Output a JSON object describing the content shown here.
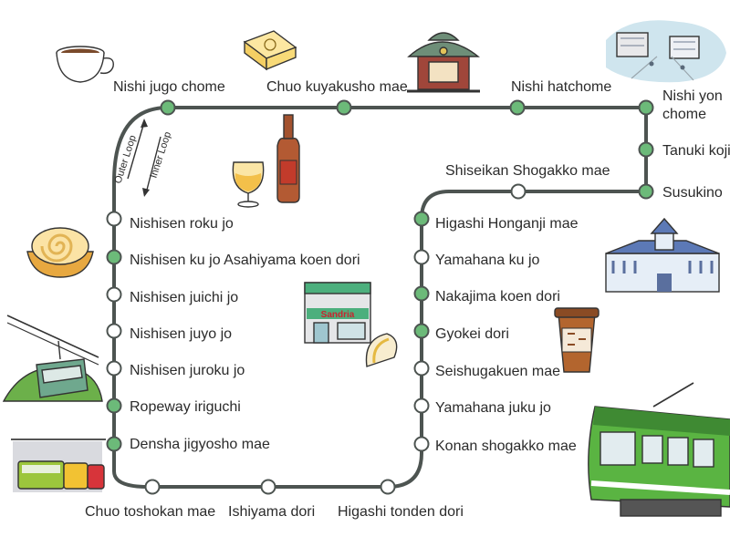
{
  "colors": {
    "line": "#4d5451",
    "stop_green": "#6cba79",
    "stop_white": "#ffffff",
    "text": "#2b2b2b"
  },
  "direction_labels": {
    "outer": "Outer Loop",
    "inner": "Inner Loop"
  },
  "stations": [
    {
      "id": "nishi-jugo-chome",
      "name": "Nishi jugo chome",
      "fill": "green"
    },
    {
      "id": "chuo-kuyakusho-mae",
      "name": "Chuo kuyakusho mae",
      "fill": "green"
    },
    {
      "id": "nishi-hatchome",
      "name": "Nishi hatchome",
      "fill": "green"
    },
    {
      "id": "nishi-yon-chome",
      "name": "Nishi yon chome",
      "fill": "green"
    },
    {
      "id": "tanuki-koji",
      "name": "Tanuki koji",
      "fill": "green"
    },
    {
      "id": "susukino",
      "name": "Susukino",
      "fill": "green"
    },
    {
      "id": "shiseikan-shogakko-mae",
      "name": "Shiseikan Shogakko mae",
      "fill": "white"
    },
    {
      "id": "higashi-honganji-mae",
      "name": "Higashi Honganji mae",
      "fill": "green"
    },
    {
      "id": "yamahana-ku-jo",
      "name": "Yamahana ku jo",
      "fill": "white"
    },
    {
      "id": "nakajima-koen-dori",
      "name": "Nakajima koen dori",
      "fill": "green"
    },
    {
      "id": "gyokei-dori",
      "name": "Gyokei dori",
      "fill": "green"
    },
    {
      "id": "seishugakuen-mae",
      "name": "Seishugakuen mae",
      "fill": "white"
    },
    {
      "id": "yamahana-juku-jo",
      "name": "Yamahana juku jo",
      "fill": "white"
    },
    {
      "id": "konan-shogakko-mae",
      "name": "Konan shogakko mae",
      "fill": "white"
    },
    {
      "id": "higashi-tonden-dori",
      "name": "Higashi tonden dori",
      "fill": "white"
    },
    {
      "id": "ishiyama-dori",
      "name": "Ishiyama dori",
      "fill": "white"
    },
    {
      "id": "chuo-toshokan-mae",
      "name": "Chuo toshokan mae",
      "fill": "white"
    },
    {
      "id": "densha-jigyosho-mae",
      "name": "Densha jigyosho mae",
      "fill": "green"
    },
    {
      "id": "ropeway-iriguchi",
      "name": "Ropeway iriguchi",
      "fill": "green"
    },
    {
      "id": "nishisen-juroku-jo",
      "name": "Nishisen juroku jo",
      "fill": "white"
    },
    {
      "id": "nishisen-juyo-jo",
      "name": "Nishisen juyo jo",
      "fill": "white"
    },
    {
      "id": "nishisen-juichi-jo",
      "name": "Nishisen juichi jo",
      "fill": "white"
    },
    {
      "id": "nishisen-ku-jo-asahiyama-koen-dori",
      "name": "Nishisen ku jo Asahiyama koen dori",
      "fill": "green"
    },
    {
      "id": "nishisen-roku-jo",
      "name": "Nishisen roku jo",
      "fill": "white"
    }
  ],
  "illustrations": {
    "sandria_sign": "Sandria",
    "icons": [
      "coffee-cup-icon",
      "butter-block-icon",
      "shrine-icon",
      "city-street-icon",
      "beer-bottle-glass-icon",
      "swiss-roll-icon",
      "ropeway-gondola-icon",
      "tram-depot-icon",
      "sandwich-shop-icon",
      "clock-tower-building-icon",
      "coffee-to-go-icon",
      "streetcar-icon"
    ]
  }
}
